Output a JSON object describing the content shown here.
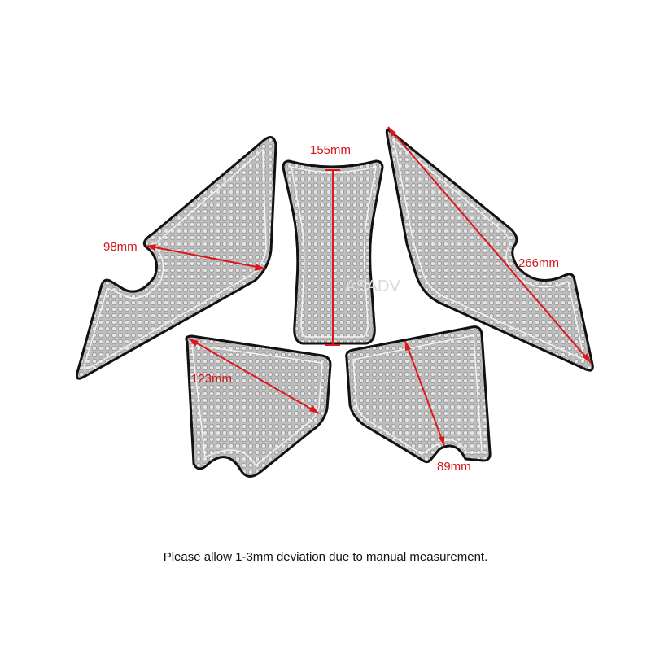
{
  "colors": {
    "pad_fill": "#bdbdbd",
    "pad_outline": "#111111",
    "pad_inner_line": "#f4f4f4",
    "dimension": "#e0151b"
  },
  "pads": [
    {
      "name": "left-side-pad",
      "dimension_label": "98mm"
    },
    {
      "name": "center-spine-pad",
      "dimension_label": "155mm"
    },
    {
      "name": "right-side-pad",
      "dimension_label": "266mm"
    },
    {
      "name": "lower-left-pad",
      "dimension_label": "123mm"
    },
    {
      "name": "lower-right-pad",
      "dimension_label": "89mm"
    }
  ],
  "watermark": "ASADV",
  "note": "Please allow 1-3mm deviation due to manual measurement."
}
